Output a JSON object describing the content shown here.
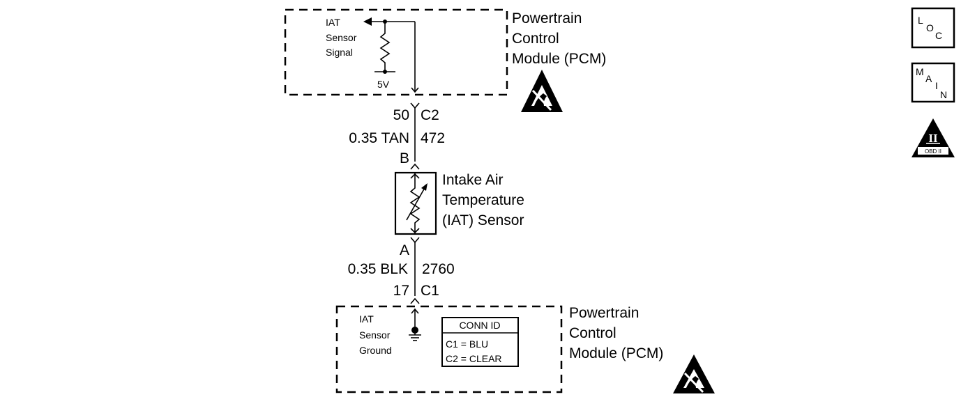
{
  "top_module": {
    "label_lines": [
      "Powertrain",
      "Control",
      "Module (PCM)"
    ],
    "signal_lines": [
      "IAT",
      "Sensor",
      "Signal"
    ],
    "ref_voltage": "5V"
  },
  "upper_wire": {
    "pin": "50",
    "connector": "C2",
    "gauge_color": "0.35 TAN",
    "circuit": "472",
    "sensor_pin": "B"
  },
  "sensor": {
    "label_lines": [
      "Intake Air",
      "Temperature",
      "(IAT) Sensor"
    ]
  },
  "lower_wire": {
    "sensor_pin": "A",
    "gauge_color": "0.35 BLK",
    "circuit": "2760",
    "pin": "17",
    "connector": "C1"
  },
  "bottom_module": {
    "label_lines": [
      "Powertrain",
      "Control",
      "Module (PCM)"
    ],
    "ground_lines": [
      "IAT",
      "Sensor",
      "Ground"
    ]
  },
  "conn_id": {
    "title": "CONN ID",
    "rows": [
      "C1 = BLU",
      "C2 = CLEAR"
    ]
  },
  "side_icons": {
    "loc": [
      "L",
      "O",
      "C"
    ],
    "main": [
      "M",
      "A",
      "I",
      "N"
    ],
    "obd_numeral": "II",
    "obd_text": "OBD II"
  },
  "esd_icons": [
    "esd-warning-icon",
    "esd-warning-icon"
  ]
}
